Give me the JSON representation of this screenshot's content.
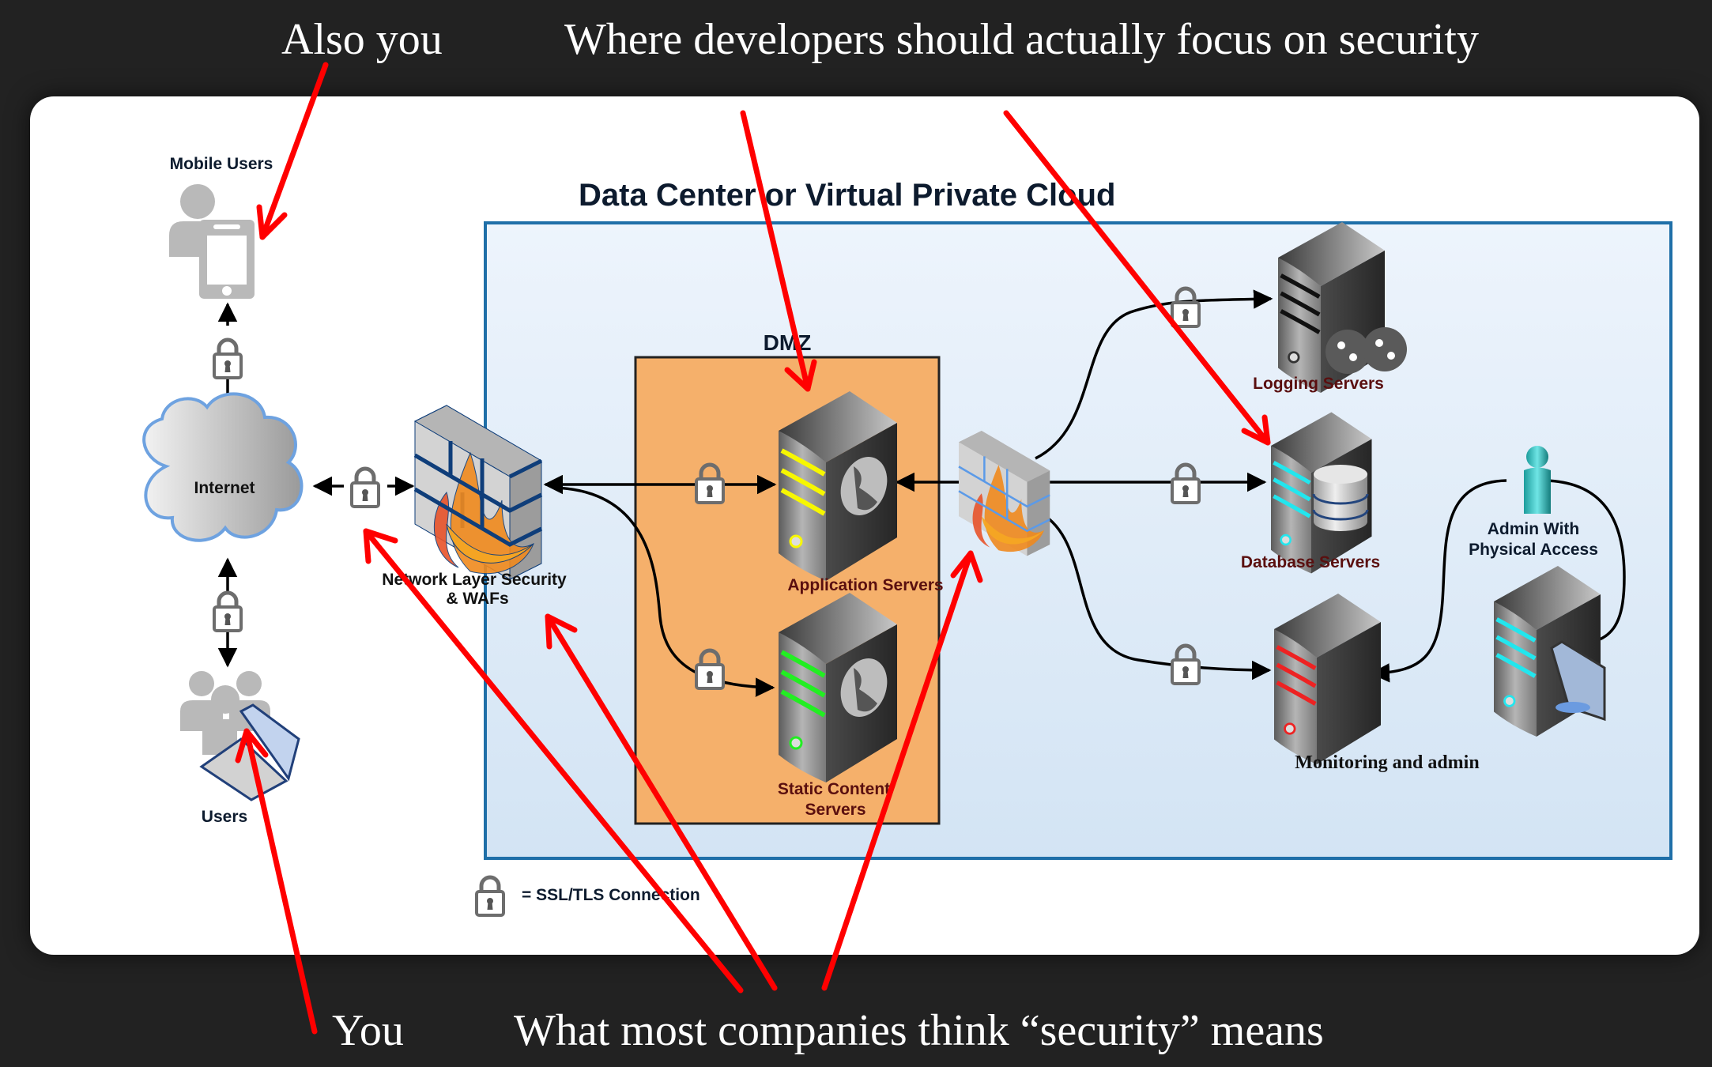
{
  "captions": {
    "also_you": "Also you",
    "developers_focus": "Where developers should actually focus on security",
    "you": "You",
    "companies_think": "What most companies think “security” means"
  },
  "diagram": {
    "title": "Data Center or Virtual Private Cloud",
    "dmz_label": "DMZ",
    "nodes": {
      "mobile_users": "Mobile Users",
      "internet": "Internet",
      "users": "Users",
      "network_security_line1": "Network Layer Security",
      "network_security_line2": "& WAFs",
      "application_servers": "Application Servers",
      "static_content_line1": "Static Content",
      "static_content_line2": "Servers",
      "logging_servers": "Logging Servers",
      "database_servers": "Database Servers",
      "monitoring_admin": "Monitoring and admin",
      "admin_line1": "Admin With",
      "admin_line2": "Physical Access"
    },
    "legend": {
      "text": "= SSL/TLS Connection",
      "icon": "lock-icon"
    }
  },
  "colors": {
    "background": "#222222",
    "annotation_arrow": "#ff0000",
    "vpc_border": "#1f6fa8",
    "vpc_fill": "#e3eef9",
    "dmz_fill": "#f5b06b",
    "label_dark_red": "#5a0f0f",
    "label_navy": "#0d1b2e",
    "app_server_stripe": "#f7f700",
    "static_server_stripe": "#22ee22",
    "db_server_stripe": "#22e6ee",
    "monitor_server_stripe": "#ee2222"
  }
}
